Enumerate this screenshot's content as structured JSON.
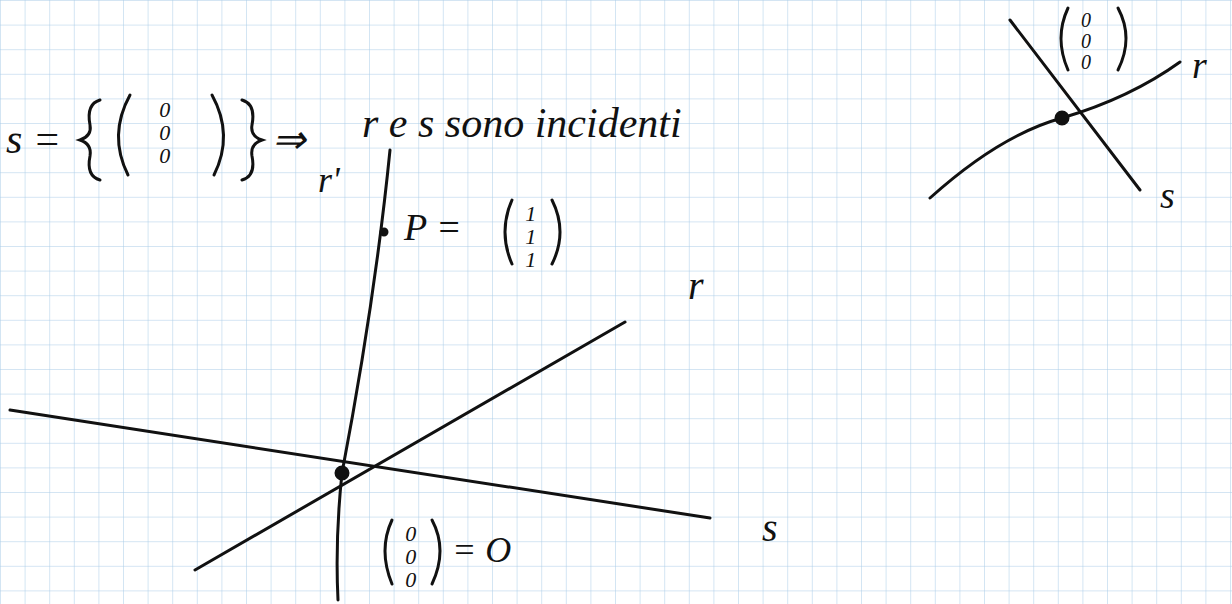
{
  "diagram": {
    "labels": [
      "s =",
      "0 0 0",
      "⇒",
      "r e s sono incidenti",
      "0 0 0",
      "r",
      "s",
      "r'",
      "P =",
      "1 1 1",
      "r",
      "s",
      "0 0 0",
      "= O"
    ]
  }
}
